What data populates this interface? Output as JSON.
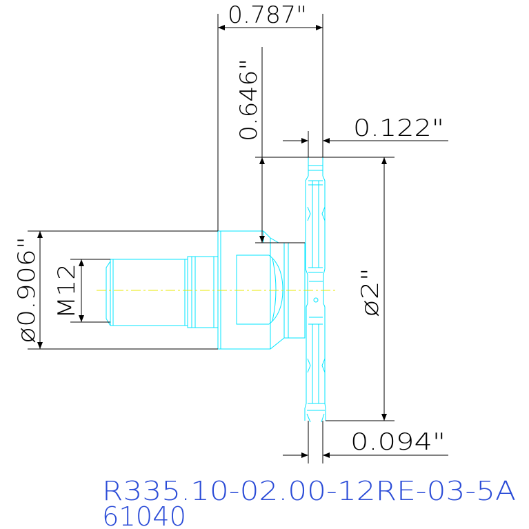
{
  "drawing": {
    "dimensions": {
      "overall_length": "0.787\"",
      "hub_length": "0.646\"",
      "blade_width": "0.122\"",
      "cutter_diameter": "ø2\"",
      "insert_width": "0.094\"",
      "shank_diameter": "ø0.906\"",
      "thread": "M12"
    },
    "part_number": "R335.10-02.00-12RE-03-5A",
    "part_code": "61040"
  },
  "colors": {
    "part_outline": "#00e5ff",
    "dimension_lines": "#000000",
    "centerline": "#e8e800",
    "part_number_text": "#2a4bd7"
  }
}
